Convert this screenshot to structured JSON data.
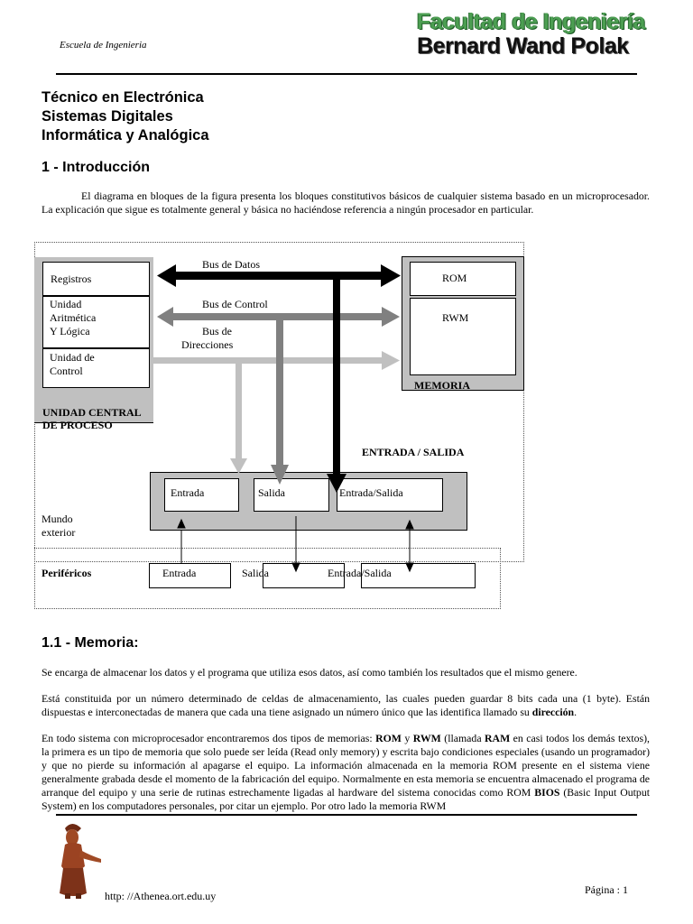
{
  "header": {
    "school": "Escuela  de Ingenieria",
    "logo_line1": "Facultad de Ingeniería",
    "logo_line2": "Bernard Wand Polak"
  },
  "titles": {
    "line1": "Técnico en Electrónica",
    "line2": "Sistemas Digitales",
    "line3": "Informática y Analógica"
  },
  "section1": {
    "heading": "1 - Introducción",
    "paragraph": "El diagrama en bloques de la figura presenta los bloques constitutivos básicos de cualquier sistema basado en un microprocesador. La explicación que sigue es totalmente general y básica no haciéndose referencia a ningún procesador en particular."
  },
  "diagram": {
    "cpu_registers": "Registros",
    "cpu_alu_1": "Unidad",
    "cpu_alu_2": "Aritmética",
    "cpu_alu_3": "Y Lógica",
    "cpu_control_1": "Unidad de",
    "cpu_control_2": "Control",
    "cpu_title_1": "UNIDAD CENTRAL",
    "cpu_title_2": "DE PROCESO",
    "bus_data": "Bus de Datos",
    "bus_control": "Bus de Control",
    "bus_address_1": "Bus de",
    "bus_address_2": "Direcciones",
    "mem_rom": "ROM",
    "mem_rwm": "RWM",
    "mem_title": "MEMORIA",
    "io_title": "ENTRADA / SALIDA",
    "io_in": "Entrada",
    "io_out": "Salida",
    "io_inout": "Entrada/Salida",
    "world_1": "Mundo",
    "world_2": "exterior",
    "periph_title": "Periféricos",
    "periph_in": "Entrada",
    "periph_out": "Salida",
    "periph_inout": "Entrada/Salida",
    "colors": {
      "data_bus": "#000000",
      "control_bus": "#808080",
      "address_bus": "#c0c0c0"
    }
  },
  "section11": {
    "heading": "1.1 - Memoria:",
    "p1": "Se encarga de almacenar los datos y el programa que utiliza esos datos, así como también los resultados que el mismo genere.",
    "p2": "Está constituida por un número determinado de celdas de almacenamiento, las cuales pueden guardar 8 bits cada una (1 byte). Están dispuestas e interconectadas de manera que cada una tiene asignado un número único que las identifica llamado su ",
    "p2_bold": "dirección",
    "p2_end": ".",
    "p3_a": "En todo sistema con microprocesador encontraremos dos tipos de memorias: ",
    "p3_rom": "ROM",
    "p3_b": " y ",
    "p3_rwm": "RWM",
    "p3_c": " (llamada ",
    "p3_ram": "RAM",
    "p3_d": " en casi todos los demás textos), la primera es un tipo de memoria que solo puede ser leída (Read only memory) y escrita bajo condiciones especiales (usando un programador) y que no pierde su información al apagarse el equipo. La información almacenada en la memoria ROM presente en el sistema viene generalmente grabada desde el momento de la fabricación del equipo. Normalmente en esta memoria se encuentra almacenado el programa de arranque del equipo y una serie de rutinas estrechamente ligadas al hardware del sistema conocidas como ROM ",
    "p3_bios": "BIOS",
    "p3_e": " (Basic Input Output System) en los computadores personales, por citar un ejemplo. Por otro lado la memoria RWM"
  },
  "footer": {
    "url": "http: //Athenea.ort.edu.uy",
    "page": "Página : 1"
  }
}
